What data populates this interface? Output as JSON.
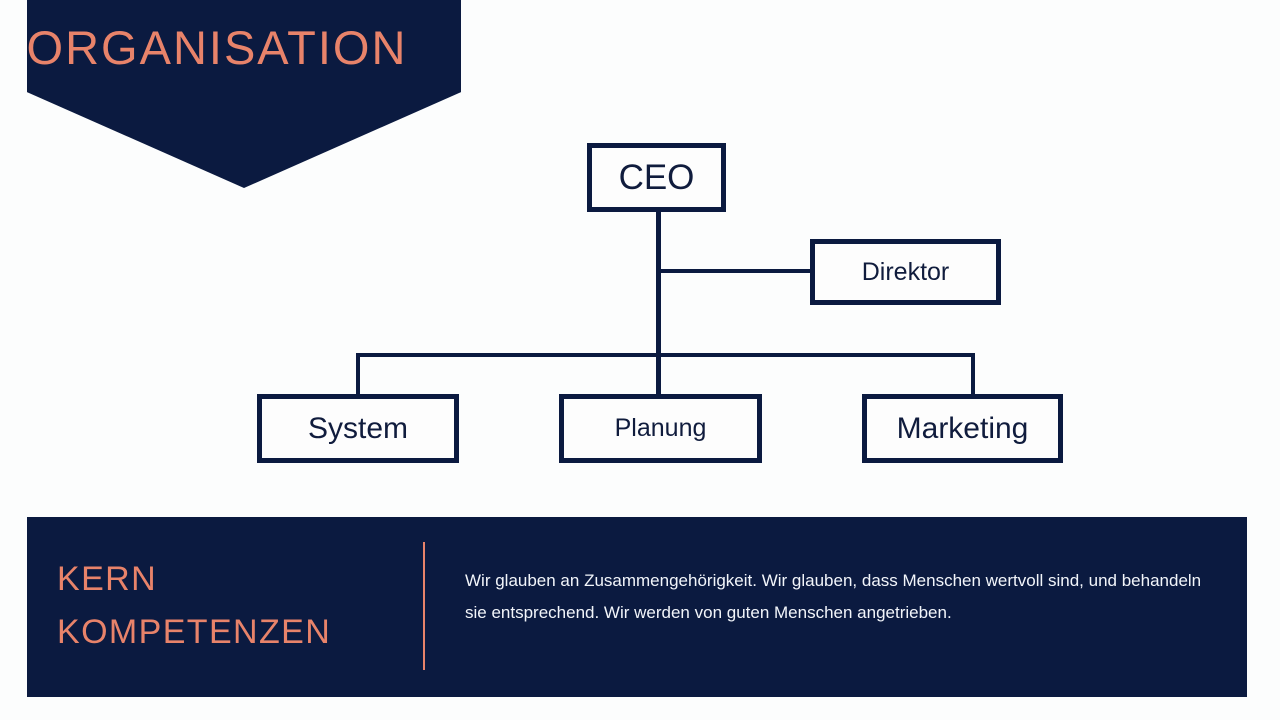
{
  "slide": {
    "title": "ORGANISATION",
    "colors": {
      "navy": "#0b1a40",
      "coral": "#e8836a",
      "background": "#fcfdfd",
      "node_text": "#101c3d",
      "body_text": "#f2f5fa"
    }
  },
  "orgchart": {
    "nodes": {
      "ceo": "CEO",
      "direktor": "Direktor",
      "system": "System",
      "planung": "Planung",
      "marketing": "Marketing"
    }
  },
  "bottom_band": {
    "heading_line1": "KERN",
    "heading_line2": "KOMPETENZEN",
    "body": "Wir glauben an Zusammengehörigkeit. Wir glauben, dass Menschen wertvoll sind, und behandeln sie entsprechend. Wir werden von guten Menschen angetrieben."
  }
}
